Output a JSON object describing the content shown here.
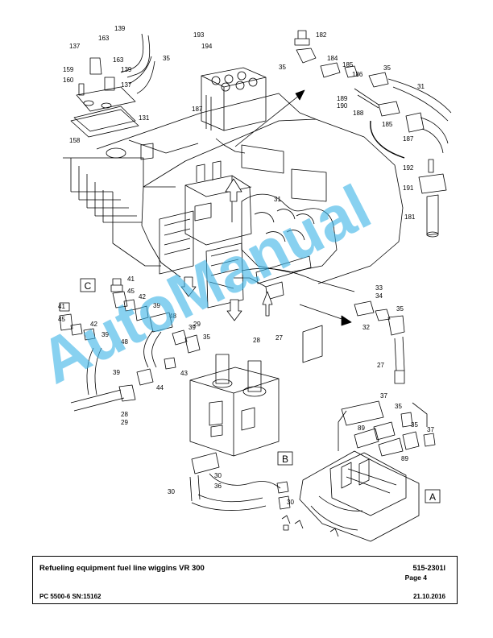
{
  "diagram": {
    "watermark": "AutoManual",
    "view_labels": [
      "A",
      "B",
      "C"
    ],
    "part_labels": [
      "139",
      "163",
      "137",
      "163",
      "139",
      "35",
      "193",
      "194",
      "182",
      "35",
      "184",
      "185",
      "186",
      "35",
      "31",
      "159",
      "160",
      "137",
      "187",
      "189",
      "190",
      "188",
      "185",
      "131",
      "158",
      "187",
      "192",
      "191",
      "181",
      "31",
      "41",
      "45",
      "42",
      "39",
      "41",
      "45",
      "42",
      "48",
      "39",
      "39",
      "35",
      "48",
      "39",
      "43",
      "44",
      "28",
      "29",
      "29",
      "28",
      "27",
      "33",
      "34",
      "35",
      "32",
      "27",
      "37",
      "35",
      "89",
      "35",
      "37",
      "89",
      "30",
      "30",
      "36",
      "30"
    ]
  },
  "footer": {
    "title": "Refueling equipment fuel line wiggins VR 300",
    "doc_number": "515-2301l",
    "page": "Page 4",
    "model": "PC 5500-6 SN:15162",
    "date": "21.10.2016"
  }
}
